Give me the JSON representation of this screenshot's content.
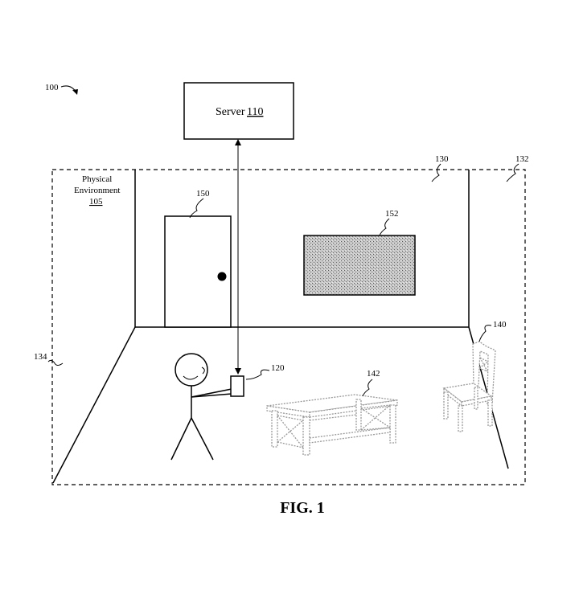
{
  "figure": {
    "ref": "100",
    "caption": "FIG. 1"
  },
  "server": {
    "label": "Server",
    "ref": "110"
  },
  "environment": {
    "line1": "Physical",
    "line2": "Environment",
    "ref": "105"
  },
  "refs": {
    "room": "130",
    "boundary": "132",
    "floor_edge": "134",
    "door": "150",
    "screen": "152",
    "device": "120",
    "table": "142",
    "chair": "140"
  }
}
